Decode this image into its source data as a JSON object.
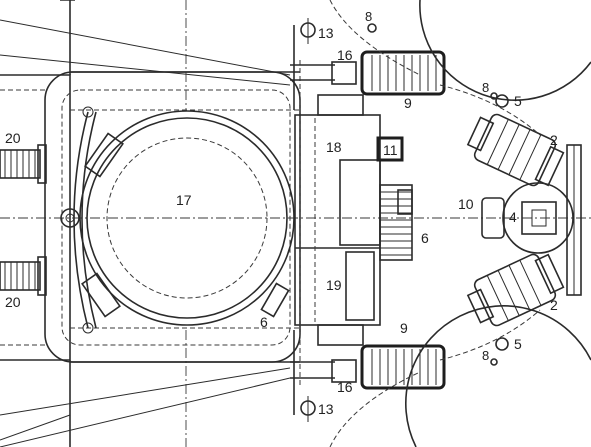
{
  "labels": {
    "l2a": "2",
    "l2b": "2",
    "l4": "4",
    "l5a": "5",
    "l5b": "5",
    "l6a": "6",
    "l6b": "6",
    "l8a": "8",
    "l8b": "8",
    "l8c": "8",
    "l9a": "9",
    "l9b": "9",
    "l10": "10",
    "l11": "11",
    "l13a": "13",
    "l13b": "13",
    "l16a": "16",
    "l16b": "16",
    "l17": "17",
    "l18": "18",
    "l19": "19",
    "l20a": "20",
    "l20b": "20"
  },
  "colors": {
    "ink": "#2b2b2b",
    "background": "#ffffff"
  }
}
